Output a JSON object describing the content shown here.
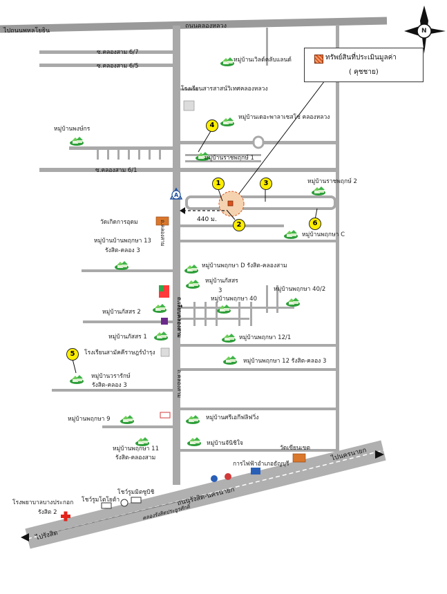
{
  "legend": {
    "title": "ทรัพย์สินที่ประเมินมูลค่า",
    "sub": "( คุชชาย)"
  },
  "compass": {
    "letter": "N"
  },
  "roads": {
    "top_left": "ไปถนนพหลโยธิน",
    "top_center": "ถนนคลองหลวง",
    "soi_67": "ซ.คลองสาม 6/7",
    "soi_65": "ซ.คลองสาม 6/5",
    "soi_61": "ซ.คลองสาม 6/1",
    "distance": "440 ม.",
    "main_v_a": "ถ.คลองสาม",
    "main_v_b": "ถ.เลียบคลองสาม",
    "main_v_c": "ถ.คลองสาม",
    "bottom_right": "ไปนครนายก",
    "bottom_road": "ถนนรังสิต-นครนายก",
    "canal": "คลองรังสิตประยูรศักดิ์",
    "bottom_left": "ไปรังสิต"
  },
  "markers": [
    "1",
    "2",
    "3",
    "4",
    "5",
    "6"
  ],
  "point_a": "A",
  "places": {
    "p1": "หมู่บ้านเวิลด์คลับแลนด์",
    "p2": "โรงเรียนสารสาสน์วิเทศคลองหลวง",
    "p3": "หมู่บ้านพงษ์กร",
    "p4": "หมู่บ้านเดอะพาลาเซสโซ่ คลองหลวง",
    "p5": "หมู่บ้านราชพฤกษ์ 1",
    "p6": "หมู่บ้านราชพฤกษ์ 2",
    "p7": "วัดเกิดการอุดม",
    "p8": "หมู่บ้านพฤกษา C",
    "p9": "หมู่บ้านบ้านพฤกษา 13",
    "p9b": "รังสิต-คลอง 3",
    "p10": "หมู่บ้านพฤกษา D รังสิต-คลองสาม",
    "p11": "หมู่บ้านภัสสร",
    "p11b": "3",
    "p12": "หมู่บ้านพฤกษา 40",
    "p13": "หมู่บ้านพฤกษา 40/2",
    "p14": "หมู่บ้านภัสสร 2",
    "p15": "หมู่บ้านภัสสร 1",
    "p16": "หมู่บ้านพฤกษา 12/1",
    "p17": "โรงเรียนสามัคคีราษฎร์บำรุง",
    "p18": "หมู่บ้านพฤกษา 12 รังสิต-คลอง 3",
    "p19": "หมู่บ้านวรารักษ์",
    "p19b": "รังสิต-คลอง 3",
    "p20": "หมู่บ้านพฤกษา 9",
    "p21": "หมู่บ้านศรีเอกีฟลิฟวิ่ง",
    "p22": "หมู่บ้านพฤกษา 11",
    "p22b": "รังสิต-คลองสาม",
    "p23": "หมู่บ้านจันิชิใจ",
    "p24": "วัดเขียนเขต",
    "p25": "การไฟฟ้าอำเภอธัญบุรี",
    "p26": "โชว์รูมมิตซูบิชิ",
    "p27": "โชว์รูมโตโยต้า",
    "p28": "โรงพยาบาลบางประกอก",
    "p28b": "รังสิต 2"
  },
  "colors": {
    "road": "#a8a8a8",
    "road_dark": "#8a8a8a",
    "marker": "#ffee00",
    "village": "#2e9e3a",
    "hospital": "#e2231a"
  }
}
